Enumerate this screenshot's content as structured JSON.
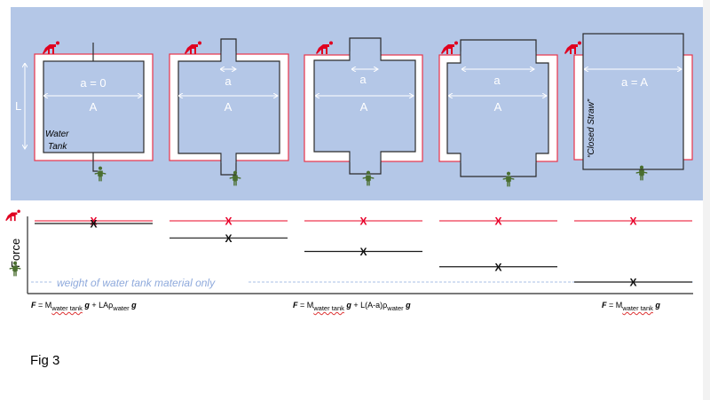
{
  "figure": {
    "caption": "Fig 3",
    "background_color": "#b4c7e7",
    "colors": {
      "outer_frame": "#e8334a",
      "tank_outline": "#2b2b2b",
      "annotation": "#ffffff",
      "pusher": "#e00020",
      "holder": "#4a6e2f",
      "baseline": "#8faadc"
    },
    "panels": [
      {
        "id": 1,
        "a_label": "a = 0",
        "A_label": "A",
        "L_label": "L",
        "tank_label_1": "Water",
        "tank_label_2": "Tank",
        "neck_fraction": 0.0
      },
      {
        "id": 2,
        "a_label": "a",
        "A_label": "A",
        "neck_fraction": 0.15
      },
      {
        "id": 3,
        "a_label": "a",
        "A_label": "A",
        "neck_fraction": 0.33
      },
      {
        "id": 4,
        "a_label": "a",
        "A_label": "A",
        "neck_fraction": 0.78
      },
      {
        "id": 5,
        "a_label": "a = A",
        "side_label": "“Closed Straw”",
        "neck_fraction": 1.0
      }
    ]
  },
  "force_plot": {
    "ylabel": "Force",
    "baseline_label": "weight of water tank material only",
    "marker": "X",
    "series": [
      {
        "name": "pushing force (red)",
        "values": [
          1.0,
          1.0,
          1.0,
          1.0,
          1.0
        ]
      },
      {
        "name": "holding force (black)",
        "values": [
          0.97,
          0.72,
          0.5,
          0.25,
          0.0
        ]
      }
    ]
  },
  "formulas": {
    "left": {
      "F": "F",
      "eq": " = M",
      "sub": "water tank",
      "g1": "g",
      "plus": " + LAρ",
      "sub2": "water",
      "g2": "g"
    },
    "middle": {
      "F": "F",
      "eq": " = M",
      "sub": "water tank",
      "g1": "g",
      "plus": " + L(A-a)ρ",
      "sub2": "water",
      "g2": "g"
    },
    "right": {
      "F": "F",
      "eq": " = M",
      "sub": "water tank",
      "g1": "g"
    }
  }
}
